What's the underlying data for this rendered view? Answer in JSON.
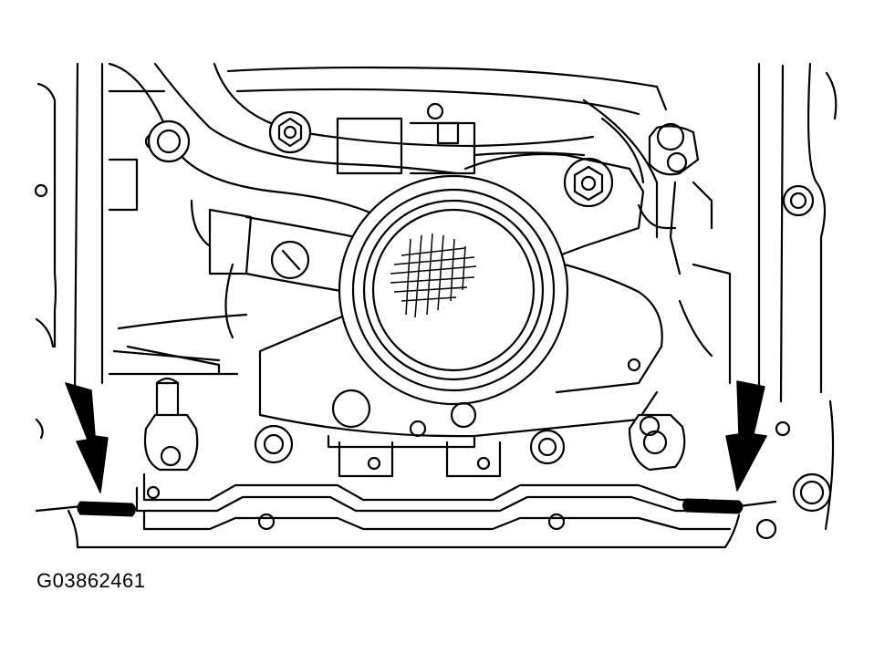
{
  "figure": {
    "id_label": "G03862461",
    "arrow_count": 2,
    "sealant_marks": 2
  },
  "colors": {
    "ink": "#000000",
    "paper": "#ffffff"
  },
  "icons": {
    "left_arrow": "down-arrow-icon",
    "right_arrow": "down-arrow-icon"
  }
}
